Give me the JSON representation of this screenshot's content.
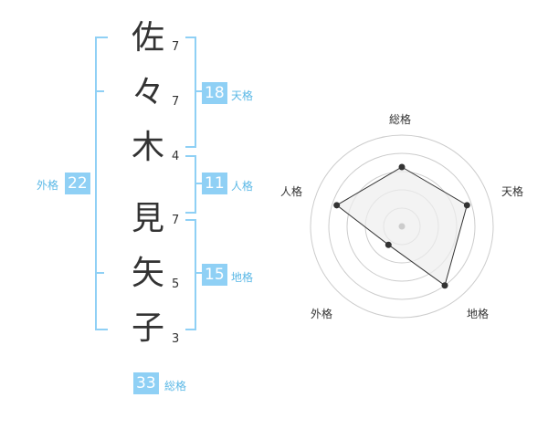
{
  "characters": [
    {
      "char": "佐",
      "strokes": "7"
    },
    {
      "char": "々",
      "strokes": "7"
    },
    {
      "char": "木",
      "strokes": "4"
    },
    {
      "char": "見",
      "strokes": "7"
    },
    {
      "char": "矢",
      "strokes": "5"
    },
    {
      "char": "子",
      "strokes": "3"
    }
  ],
  "fortunes": {
    "tenkaku": {
      "value": "18",
      "label": "天格"
    },
    "jinkaku": {
      "value": "11",
      "label": "人格"
    },
    "chikaku": {
      "value": "15",
      "label": "地格"
    },
    "gaikaku": {
      "value": "22",
      "label": "外格"
    },
    "soukaku": {
      "value": "33",
      "label": "総格"
    }
  },
  "radar": {
    "labels": {
      "top": "総格",
      "right": "天格",
      "bottom_right": "地格",
      "bottom_left": "外格",
      "left": "人格"
    },
    "levels": {
      "soukaku": 0.65,
      "tenkaku": 0.75,
      "chikaku": 0.8,
      "gaikaku": 0.25,
      "jinkaku": 0.75
    },
    "fill_color": "#eeeeee",
    "line_color": "#333333"
  }
}
